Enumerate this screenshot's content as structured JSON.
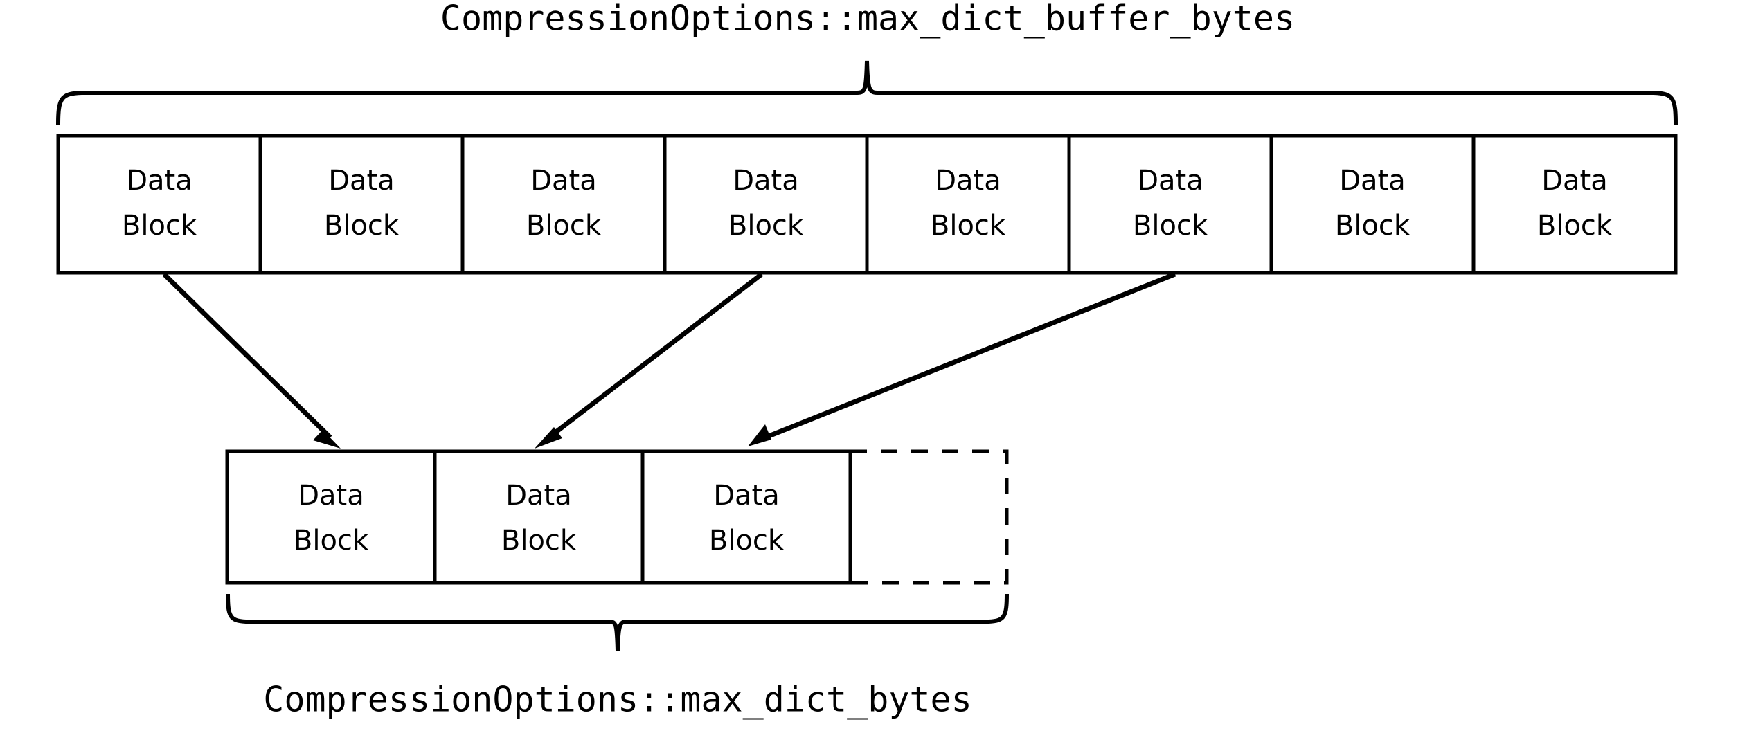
{
  "diagram": {
    "title_top": "CompressionOptions::max_dict_buffer_bytes",
    "title_bottom": "CompressionOptions::max_dict_bytes",
    "colors": {
      "stroke": "#000000",
      "background": "#ffffff",
      "text": "#000000"
    },
    "top_row": {
      "name": "buffered-data-blocks",
      "block_label_line1": "Data",
      "block_label_line2": "Block",
      "blocks": [
        {
          "line1": "Data",
          "line2": "Block"
        },
        {
          "line1": "Data",
          "line2": "Block"
        },
        {
          "line1": "Data",
          "line2": "Block"
        },
        {
          "line1": "Data",
          "line2": "Block"
        },
        {
          "line1": "Data",
          "line2": "Block"
        },
        {
          "line1": "Data",
          "line2": "Block"
        },
        {
          "line1": "Data",
          "line2": "Block"
        },
        {
          "line1": "Data",
          "line2": "Block"
        }
      ]
    },
    "bottom_row": {
      "name": "sampled-dictionary-blocks",
      "blocks": [
        {
          "line1": "Data",
          "line2": "Block"
        },
        {
          "line1": "Data",
          "line2": "Block"
        },
        {
          "line1": "Data",
          "line2": "Block"
        }
      ],
      "empty_slot_label": ""
    },
    "arrows": [
      {
        "name": "sample-arrow-1",
        "from_block_index": 0,
        "to_block_index": 0
      },
      {
        "name": "sample-arrow-2",
        "from_block_index": 3,
        "to_block_index": 1
      },
      {
        "name": "sample-arrow-3",
        "from_block_index": 5,
        "to_block_index": 2
      }
    ]
  }
}
